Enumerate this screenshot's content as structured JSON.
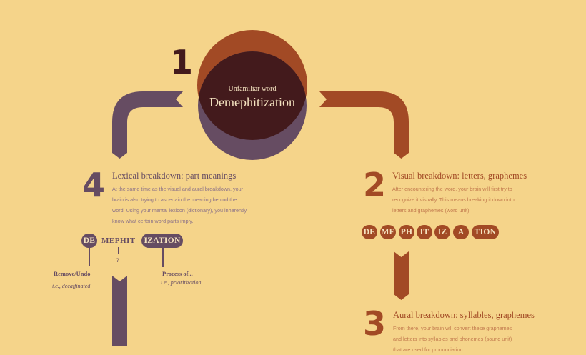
{
  "colors": {
    "background": "#f5d48a",
    "orange": "#a24a25",
    "purple": "#664c62",
    "dark": "#431a1c"
  },
  "step1": {
    "number": "1",
    "label": "Unfamiliar word",
    "word": "Demephitization"
  },
  "step2": {
    "number": "2",
    "title": "Visual breakdown: letters, graphemes",
    "description": "After encountering the word, your brain will first try to recognize it visually. This means breaking it down into letters and graphemes (word unit).",
    "graphemes": [
      "DE",
      "ME",
      "PH",
      "IT",
      "IZ",
      "A",
      "TION"
    ]
  },
  "step3": {
    "number": "3",
    "title": "Aural breakdown: syllables, graphemes",
    "description": "From there, your brain will convert these graphemes and letters into syllables and phonemes (sound unit) that are used for pronunciation."
  },
  "step4": {
    "number": "4",
    "title": "Lexical breakdown: part meanings",
    "description": "At the same time as the visual and aural breakdown, your brain is also trying to ascertain the meaning behind the word. Using your mental lexicon (dictionary), you inherently know what certain word parts imply.",
    "parts": [
      {
        "text": "DE",
        "meaning": "Remove/Undo",
        "example": "i.e., decaffinated"
      },
      {
        "text": "MEPHIT",
        "meaning": "?"
      },
      {
        "text": "IZATION",
        "meaning": "Process of...",
        "example": "i.e., prioritization"
      }
    ]
  }
}
